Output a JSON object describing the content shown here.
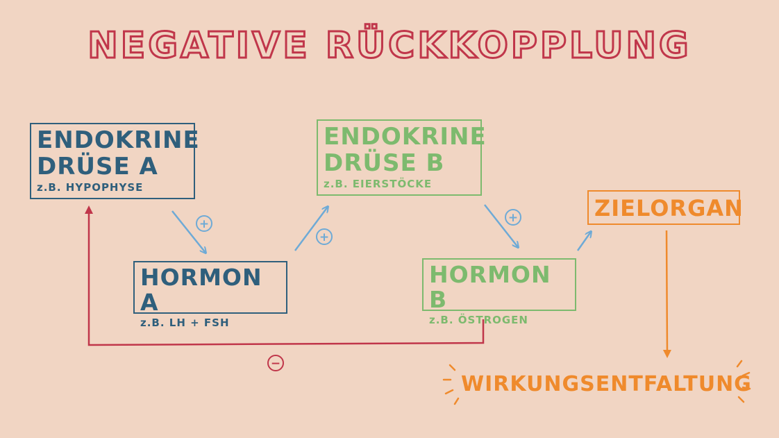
{
  "title": "NEGATIVE RÜCKKOPPLUNG",
  "gland_a": {
    "name": "ENDOKRINE\nDRÜSE A",
    "example": "z.B. HYPOPHYSE"
  },
  "hormone_a": {
    "name": "HORMON A",
    "example": "z.B. LH + FSH"
  },
  "gland_b": {
    "name": "ENDOKRINE\nDRÜSE B",
    "example": "z.B. EIERSTÖCKE"
  },
  "hormone_b": {
    "name": "HORMON B",
    "example": "z.B. ÖSTROGEN"
  },
  "target": {
    "name": "ZIELORGAN"
  },
  "effect": {
    "name": "WIRKUNGSENTFALTUNG"
  },
  "signs": {
    "plus": "+",
    "minus": "−"
  },
  "colors": {
    "title": "#c0364a",
    "blue": "#2f5f7c",
    "green": "#7dba6e",
    "orange": "#ef8a2c",
    "arrow": "#6eaad6",
    "feedback": "#c0364a",
    "background": "#f1d5c3"
  }
}
